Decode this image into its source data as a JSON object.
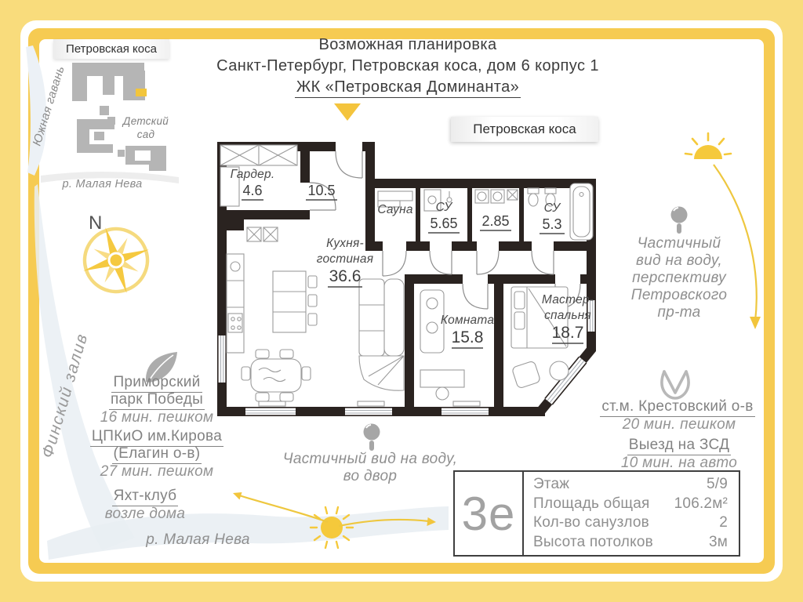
{
  "colors": {
    "border_outer": "#F9DC7C",
    "border_inner": "#F6CB52",
    "walls": "#2A2320",
    "accent_yellow": "#F5C93B",
    "text_dark": "#3D3D3D",
    "text_gray": "#8F8F8F",
    "map_gray": "#B5B5B5",
    "water": "#E9EEF3"
  },
  "header": {
    "line1": "Возможная планировка",
    "line2": "Санкт-Петербург, Петровская коса, дом 6 корпус 1",
    "line3": "ЖК «Петровская Доминанта»"
  },
  "minimap": {
    "street": "Петровская коса",
    "harbor": "Южная гавань",
    "kindergarten": "Детский\nсад",
    "river": "р. Малая Нева",
    "compass": "N"
  },
  "plan": {
    "street_band": "Петровская коса",
    "rooms": {
      "wardrobe": {
        "name": "Гардер.",
        "area": "4.6"
      },
      "hall": {
        "area": "10.5"
      },
      "sauna": {
        "name": "Сауна"
      },
      "wc1": {
        "name": "СУ",
        "area": "5.65"
      },
      "wc2": {
        "area": "2.85"
      },
      "wc3": {
        "name": "СУ",
        "area": "5.3"
      },
      "kitchen": {
        "name1": "Кухня-",
        "name2": "гостиная",
        "area": "36.6"
      },
      "bedroom": {
        "name": "Комната",
        "area": "15.8"
      },
      "master": {
        "name1": "Мастер-",
        "name2": "спальня",
        "area": "18.7"
      }
    }
  },
  "left_panel": {
    "gulf": "Финский залив",
    "park1": {
      "line1": "Приморский",
      "line2": "парк Победы",
      "time": "16 мин. пешком"
    },
    "park2": {
      "line1": "ЦПКиО им.Кирова",
      "line2": "(Елагин о-в)",
      "time": "27 мин. пешком"
    },
    "yacht": {
      "line1": "Яхт-клуб",
      "line2": "возле дома"
    }
  },
  "right_panel": {
    "view": {
      "line1": "Частичный",
      "line2": "вид на воду,",
      "line3": "перспективу",
      "line4": "Петровского",
      "line5": "пр-та"
    },
    "metro": {
      "line1": "ст.м. Крестовский о-в",
      "time": "20 мин. пешком"
    },
    "zsd": {
      "line1": "Выезд на ЗСД",
      "time": "10 мин. на авто"
    }
  },
  "bottom_panel": {
    "view": {
      "line1": "Частичный вид на воду,",
      "line2": "во двор"
    },
    "river": "р. Малая Нева"
  },
  "info_card": {
    "unit": "3е",
    "rows": [
      {
        "label": "Этаж",
        "value": "5/9"
      },
      {
        "label": "Площадь общая",
        "value": "106.2м²"
      },
      {
        "label": "Кол-во санузлов",
        "value": "2"
      },
      {
        "label": "Высота потолков",
        "value": "3м"
      }
    ]
  }
}
